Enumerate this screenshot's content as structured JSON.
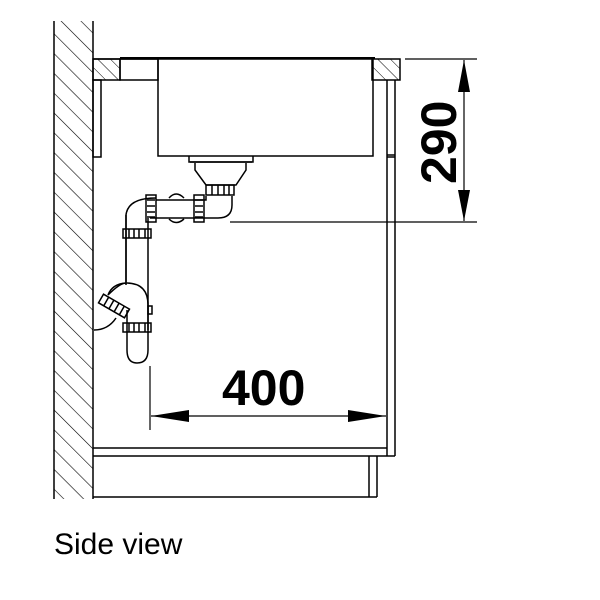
{
  "diagram": {
    "caption": "Side view",
    "dimensions": {
      "height": {
        "value": "290",
        "unit_implied": "mm",
        "description": "Depth from worktop top to drain outlet line"
      },
      "depth": {
        "value": "400",
        "unit_implied": "mm",
        "description": "Distance from drain pipe to cabinet front"
      }
    },
    "components": [
      "wall",
      "worktop",
      "sink-bowl",
      "drain-strainer",
      "trap-pipework",
      "bottle-trap",
      "cabinet-front",
      "cabinet-base",
      "plinth"
    ],
    "colors": {
      "line": "#000000",
      "background": "#ffffff"
    }
  }
}
